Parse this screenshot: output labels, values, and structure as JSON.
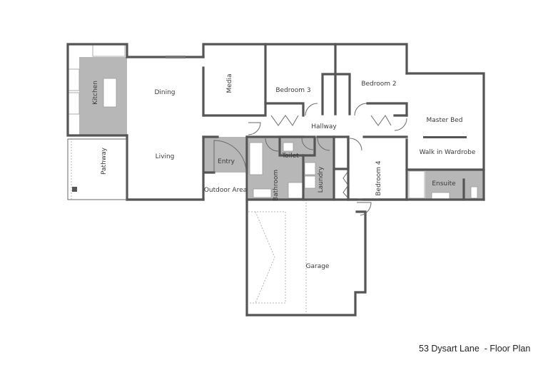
{
  "title": "53 Dysart Lane  - Floor Plan",
  "colors": {
    "wall": "#555555",
    "wet_area": "#b7b7b7",
    "background": "#ffffff",
    "label": "#3a3a3a"
  },
  "rooms": {
    "kitchen": "Kitchen",
    "dining": "Dining",
    "living": "Living",
    "pathway": "Pathway",
    "media": "Media",
    "bedroom3": "Bedroom 3",
    "bedroom2": "Bedroom 2",
    "master_bed": "Master Bed",
    "walk_in_wardrobe": "Walk in Wardrobe",
    "ensuite": "Ensuite",
    "hallway": "Hallway",
    "entry": "Entry",
    "outdoor_area": "Outdoor Area",
    "toilet": "Toilet",
    "bathroom": "Bathroom",
    "laundry": "Laundry",
    "bedroom4": "Bedroom 4",
    "garage": "Garage"
  }
}
